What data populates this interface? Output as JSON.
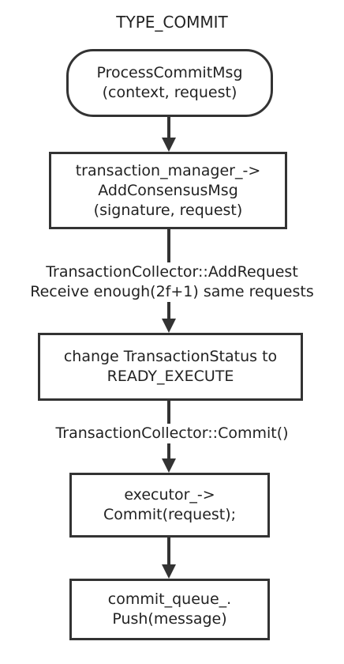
{
  "title": "TYPE_COMMIT",
  "nodes": [
    {
      "id": "process-commit",
      "lines": [
        "ProcessCommitMsg",
        "(context, request)"
      ]
    },
    {
      "id": "add-consensus",
      "lines": [
        "transaction_manager_->",
        "AddConsensusMsg",
        "(signature, request)"
      ]
    },
    {
      "id": "change-status",
      "lines": [
        "change TransactionStatus to",
        "READY_EXECUTE"
      ]
    },
    {
      "id": "executor-commit",
      "lines": [
        "executor_->",
        "Commit(request);"
      ]
    },
    {
      "id": "commit-queue",
      "lines": [
        "commit_queue_.",
        "Push(message)"
      ]
    }
  ],
  "edge_labels": [
    {
      "lines": [
        "TransactionCollector::AddRequest",
        "Receive enough(2f+1) same requests"
      ]
    },
    {
      "lines": [
        "TransactionCollector::Commit()"
      ]
    }
  ],
  "colors": {
    "stroke": "#333333",
    "text": "#222222",
    "background": "#ffffff"
  }
}
